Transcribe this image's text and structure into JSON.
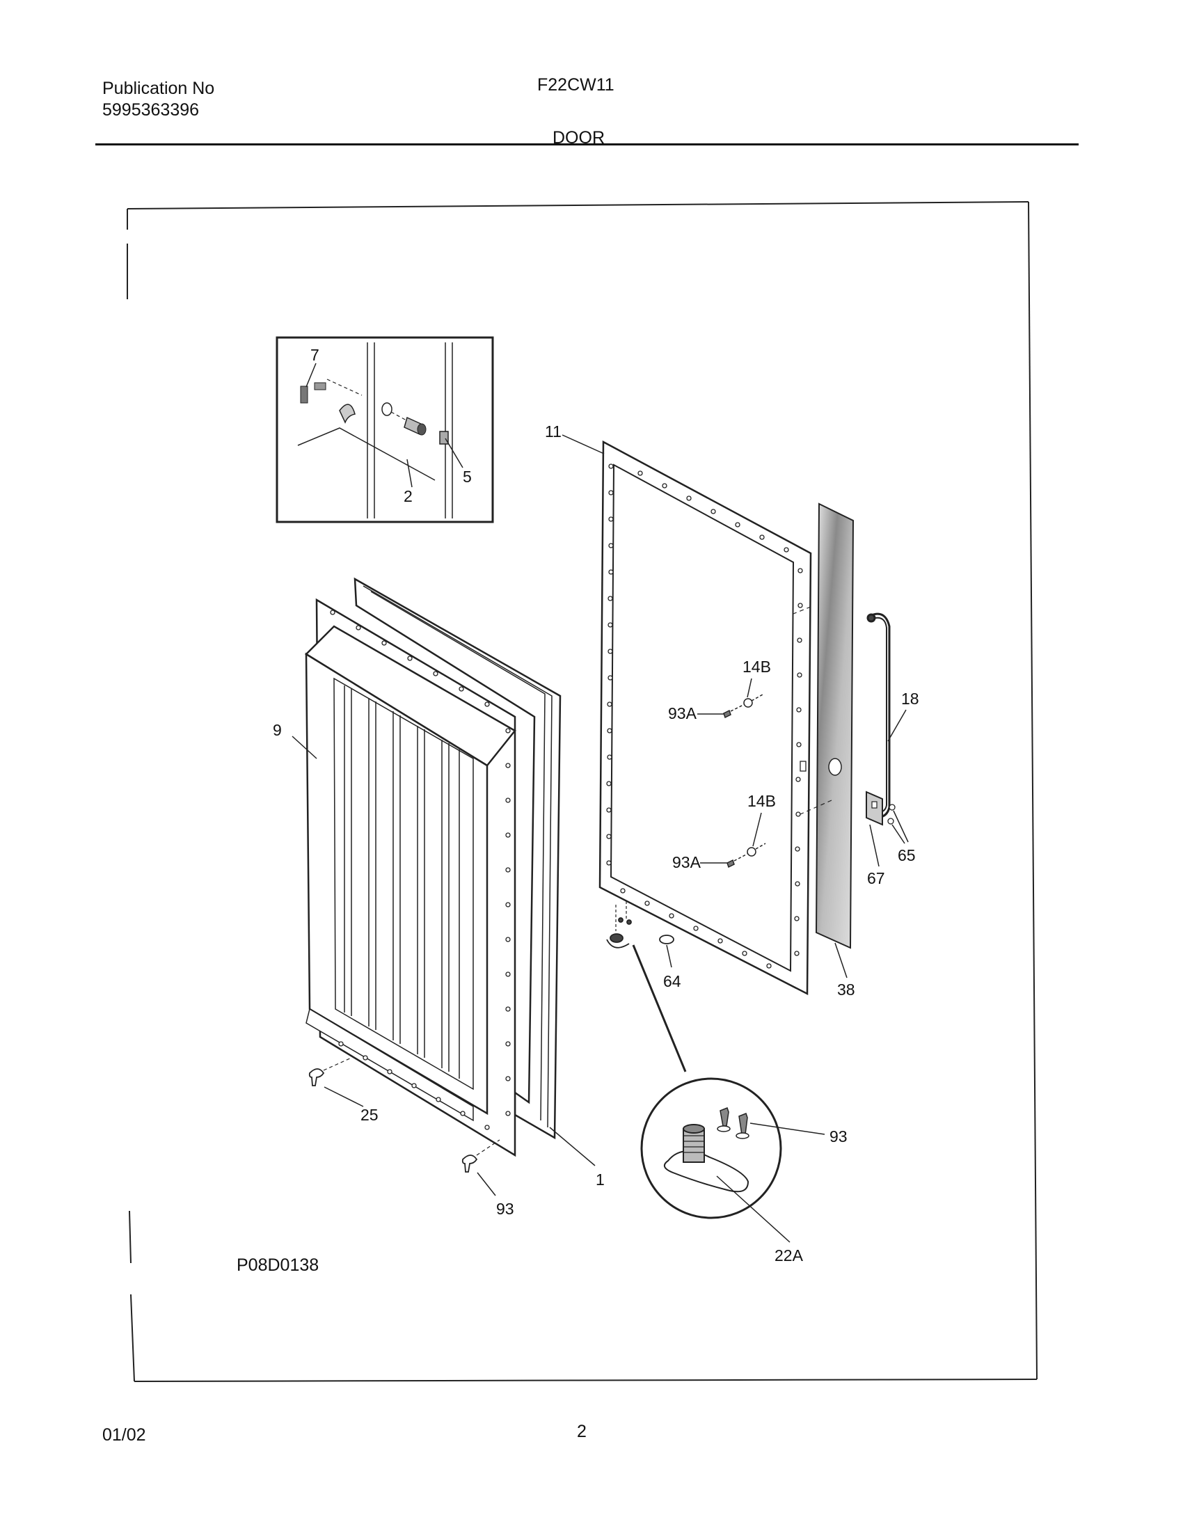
{
  "header": {
    "publication_label": "Publication No",
    "publication_number": "5995363396",
    "model": "F22CW11",
    "section": "DOOR"
  },
  "diagram": {
    "drawing_id": "P08D0138",
    "callouts": {
      "c7": "7",
      "c5": "5",
      "c2": "2",
      "c11": "11",
      "c14b_top": "14B",
      "c93a_top": "93A",
      "c18": "18",
      "c9": "9",
      "c14b_bottom": "14B",
      "c93a_bottom": "93A",
      "c65": "65",
      "c67": "67",
      "c38": "38",
      "c64": "64",
      "c25": "25",
      "c93_inset": "93",
      "c1": "1",
      "c93_bottom": "93",
      "c22a": "22A"
    }
  },
  "footer": {
    "date": "01/02",
    "page": "2"
  }
}
